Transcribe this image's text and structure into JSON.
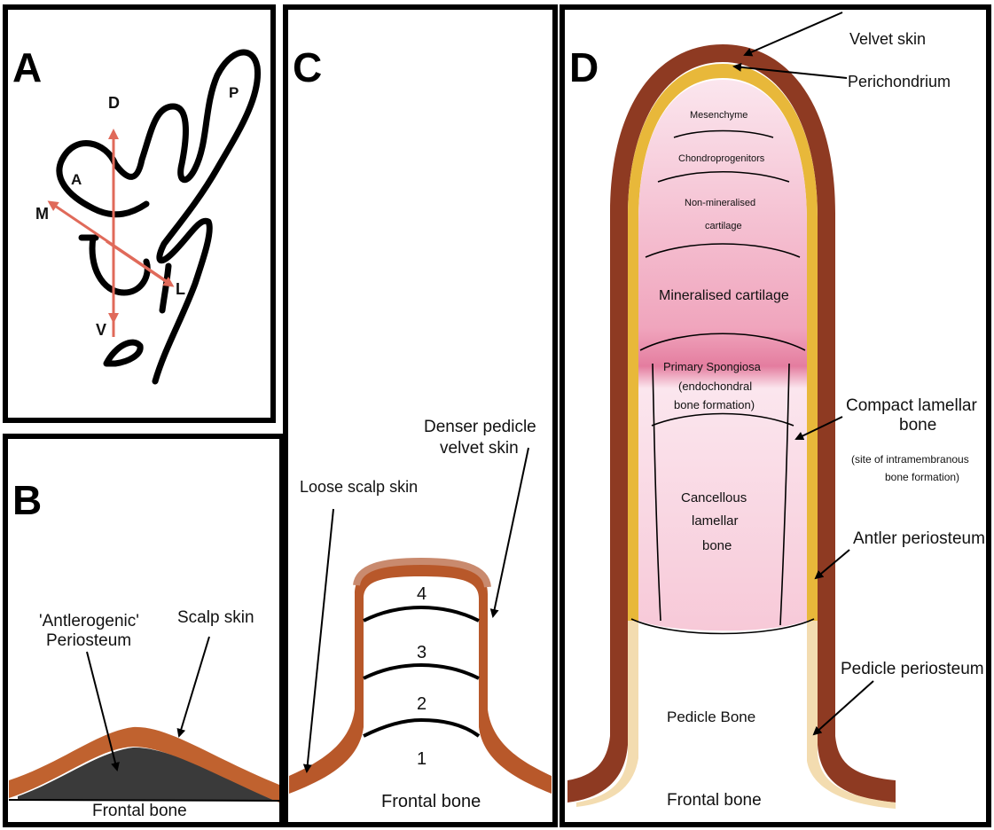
{
  "panels": {
    "a": {
      "letter": "A",
      "axis_labels": {
        "dorsal": "D",
        "ventral": "V",
        "medial": "M",
        "lateral": "L"
      },
      "region_labels": {
        "a": "A",
        "p": "P"
      },
      "colors": {
        "axis_arrow": "#e06a5a",
        "outline": "#000000"
      }
    },
    "b": {
      "letter": "B",
      "labels": {
        "antlerogenic_line1": "'Antlerogenic'",
        "antlerogenic_line2": "Periosteum",
        "scalp_skin": "Scalp skin",
        "frontal_bone": "Frontal bone"
      },
      "colors": {
        "skin": "#c0622f",
        "periosteum": "#3a3a3a"
      }
    },
    "c": {
      "letter": "C",
      "labels": {
        "denser_line1": "Denser pedicle",
        "denser_line2": "velvet skin",
        "loose_scalp": "Loose scalp skin",
        "frontal_bone": "Frontal bone"
      },
      "stages": [
        "4",
        "3",
        "2",
        "1"
      ],
      "colors": {
        "skin": "#b8582a",
        "velvet_top": "#c98a6e"
      }
    },
    "d": {
      "letter": "D",
      "labels": {
        "velvet_skin": "Velvet skin",
        "perichondrium": "Perichondrium",
        "mesenchyme": "Mesenchyme",
        "chondroprogenitors": "Chondroprogenitors",
        "non_mineralised_line1": "Non-mineralised",
        "non_mineralised_line2": "cartilage",
        "mineralised": "Mineralised cartilage",
        "primary_line1": "Primary Spongiosa",
        "primary_line2": "(endochondral",
        "primary_line3": "bone formation)",
        "cancellous_line1": "Cancellous",
        "cancellous_line2": "lamellar",
        "cancellous_line3": "bone",
        "compact_line1": "Compact lamellar",
        "compact_line2": "bone",
        "compact_line3": "(site of intramembranous",
        "compact_line4": "bone formation)",
        "antler_periosteum": "Antler periosteum",
        "pedicle_periosteum": "Pedicle periosteum",
        "pedicle_bone": "Pedicle Bone",
        "frontal_bone": "Frontal bone"
      },
      "colors": {
        "skin": "#8e3a22",
        "perichondrium": "#e8b83a",
        "pink_light": "#f9dbe6",
        "pink_mid": "#f2b4c8",
        "pink_dark": "#e98aa8",
        "pedicle_periosteum": "#f3dcb0"
      }
    }
  }
}
